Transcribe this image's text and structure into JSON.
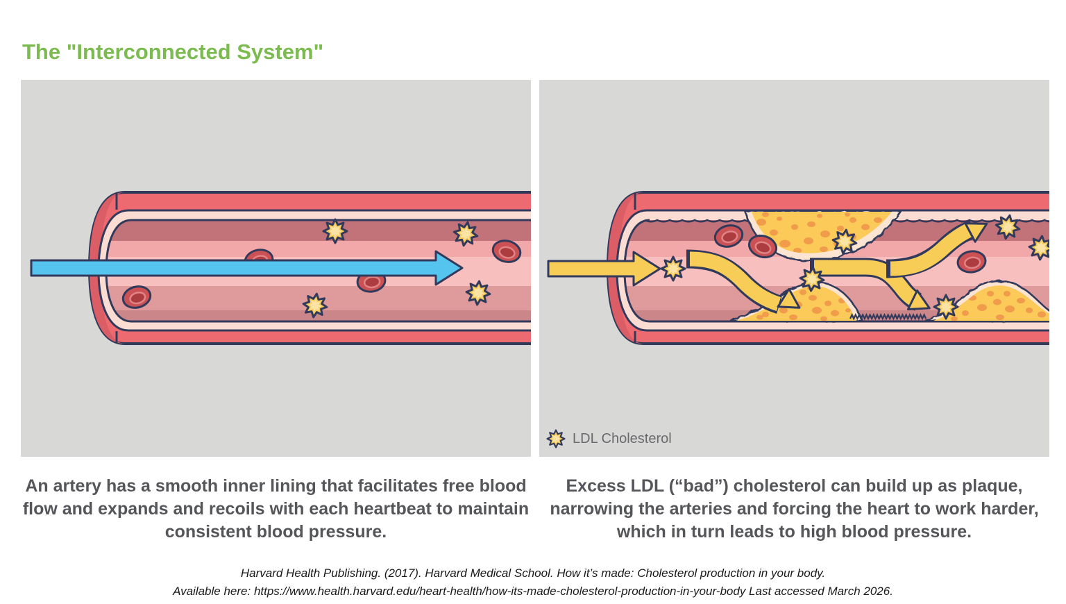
{
  "title": "The \"Interconnected System\"",
  "panels": {
    "healthy": {
      "caption": "An artery has a smooth inner lining that facilitates free blood flow and expands and recoils with each heartbeat to maintain consistent blood pressure."
    },
    "plaque": {
      "caption": "Excess LDL (“bad”) cholesterol can build up as plaque, narrowing the arteries and forcing the heart to work harder, which in turn leads to high blood pressure.",
      "legend_label": "LDL Cholesterol",
      "legend_icon": "ldl-star-icon"
    }
  },
  "citation": {
    "line1": "Harvard Health Publishing. (2017). Harvard Medical School. How it’s made: Cholesterol production in your body.",
    "line2": "Available here: https://www.health.harvard.edu/heart-health/how-its-made-cholesterol-production-in-your-body Last accessed March 2026."
  },
  "colors": {
    "title_green": "#7BBB4F",
    "caption_gray": "#55565A",
    "panel_background": "#D8D8D6",
    "outline_navy": "#323A5C",
    "artery_wall_red": "#ED6A70",
    "artery_lining_cream": "#FBDCD2",
    "lumen_pink": "#F8BFBF",
    "blood_flow_blue": "#55C4EE",
    "ldl_arrow_yellow": "#F7CD57",
    "plaque_yellow": "#FBCA59",
    "plaque_orange": "#F09C4B",
    "red_blood_cell": "#CB5154"
  }
}
